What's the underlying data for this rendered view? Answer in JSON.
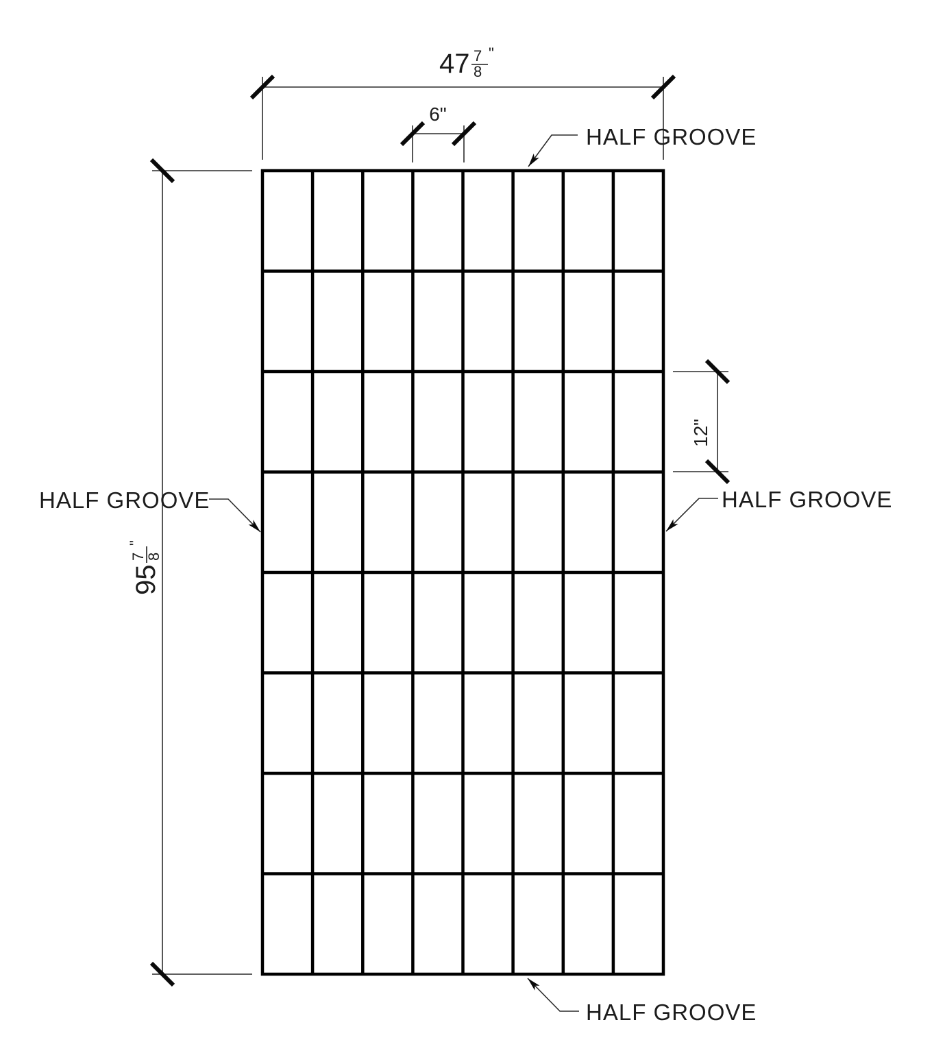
{
  "labels": {
    "top": "HALF GROOVE",
    "left": "HALF GROOVE",
    "right": "HALF GROOVE",
    "bottom": "HALF GROOVE"
  },
  "dimensions": {
    "overall_width": {
      "whole": "47",
      "numerator": "7",
      "denominator": "8",
      "unit": "\""
    },
    "overall_height": {
      "whole": "95",
      "numerator": "7",
      "denominator": "8",
      "unit": "\""
    },
    "groove_spacing_horizontal": "6\"",
    "groove_spacing_vertical": "12\""
  },
  "grid": {
    "columns": 8,
    "rows": 8
  },
  "colors": {
    "line": "#000000",
    "thin_line": "#2b2b2b",
    "background": "#ffffff"
  }
}
